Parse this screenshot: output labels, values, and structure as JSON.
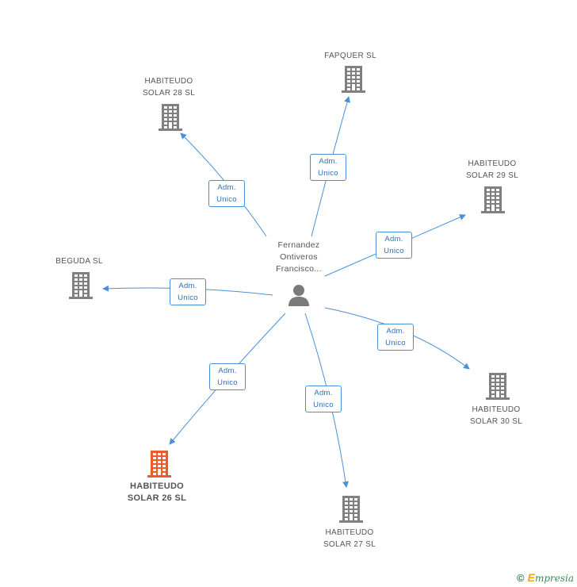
{
  "person": {
    "name": "Fernandez\nOntiveros\nFrancisco..."
  },
  "companies": [
    {
      "id": "fapquer",
      "name": "FAPQUER SL",
      "highlight": false
    },
    {
      "id": "solar28",
      "name": "HABITEUDO\nSOLAR 28 SL",
      "highlight": false
    },
    {
      "id": "solar29",
      "name": "HABITEUDO\nSOLAR 29 SL",
      "highlight": false
    },
    {
      "id": "beguda",
      "name": "BEGUDA SL",
      "highlight": false
    },
    {
      "id": "solar30",
      "name": "HABITEUDO\nSOLAR 30 SL",
      "highlight": false
    },
    {
      "id": "solar26",
      "name": "HABITEUDO\nSOLAR 26 SL",
      "highlight": true
    },
    {
      "id": "solar27",
      "name": "HABITEUDO\nSOLAR 27 SL",
      "highlight": false
    }
  ],
  "edges": [
    {
      "to": "fapquer",
      "label": "Adm.\nUnico"
    },
    {
      "to": "solar28",
      "label": "Adm.\nUnico"
    },
    {
      "to": "solar29",
      "label": "Adm.\nUnico"
    },
    {
      "to": "beguda",
      "label": "Adm.\nUnico"
    },
    {
      "to": "solar30",
      "label": "Adm.\nUnico"
    },
    {
      "to": "solar26",
      "label": "Adm.\nUnico"
    },
    {
      "to": "solar27",
      "label": "Adm.\nUnico"
    }
  ],
  "colors": {
    "edge": "#4a90d9",
    "building": "#808080",
    "building_highlight": "#f05a28",
    "person_icon": "#7a7a7a"
  },
  "footer": {
    "copyright_symbol": "©",
    "brand_initial": "E",
    "brand_rest": "mpresia"
  }
}
